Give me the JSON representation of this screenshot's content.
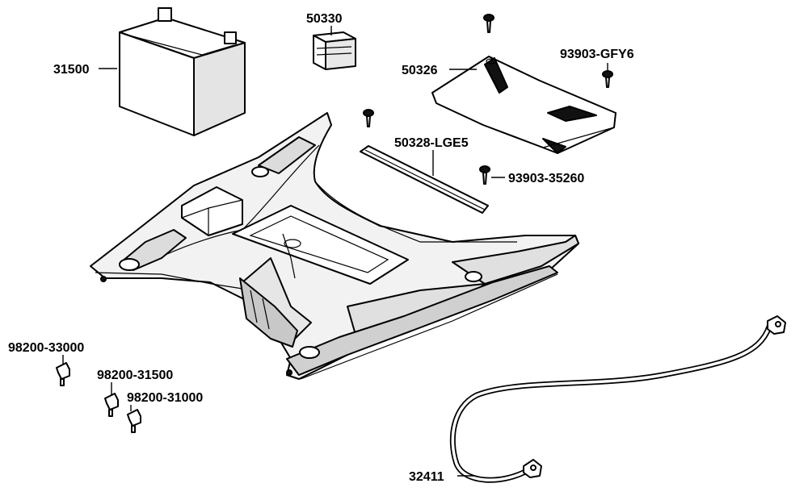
{
  "labels": {
    "battery": "31500",
    "battery_pad": "50330",
    "battery_cover": "50326",
    "cover_screw": "93903-GFY6",
    "battery_strap": "50328-LGE5",
    "tapping_screw": "93903-35260",
    "fuse_30a": "98200-33000",
    "fuse_15a": "98200-31500",
    "fuse_10a": "98200-31000",
    "earth_cable": "32411"
  },
  "colors": {
    "line": "#000000",
    "fill_light": "#ffffff",
    "fill_shade": "#d9d9d9",
    "fill_dark": "#111111"
  }
}
